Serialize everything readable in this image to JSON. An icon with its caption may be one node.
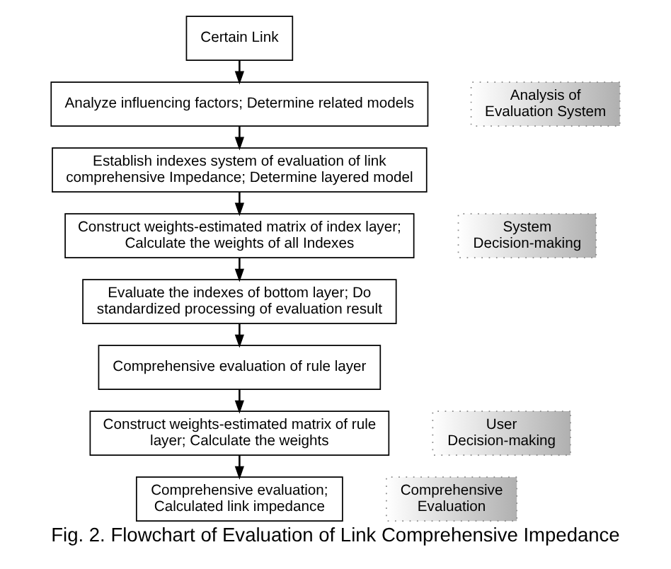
{
  "diagram": {
    "caption": "Fig. 2. Flowchart of Evaluation of Link Comprehensive Impedance",
    "nodes": [
      {
        "text": [
          "Certain Link"
        ]
      },
      {
        "text": [
          "Analyze influencing factors; Determine related models"
        ]
      },
      {
        "text": [
          "Establish indexes system of evaluation of link comprehensive Impedance; Determine layered model"
        ]
      },
      {
        "text": [
          "Construct weights-estimated matrix of index layer; Calculate the weights of all Indexes"
        ]
      },
      {
        "text": [
          "Evaluate the indexes of bottom layer; Do standardized processing of evaluation result"
        ]
      },
      {
        "text": [
          "Comprehensive evaluation of rule layer"
        ]
      },
      {
        "text": [
          "Construct weights-estimated matrix of rule layer; Calculate the weights"
        ]
      },
      {
        "text": [
          "Comprehensive evaluation; Calculated link impedance"
        ]
      },
      {
        "text": [
          "Analysis of Evaluation System"
        ]
      },
      {
        "text": [
          "System Decision-making"
        ]
      },
      {
        "text": [
          "User Decision-making"
        ]
      },
      {
        "text": [
          "Comprehensive Evaluation"
        ]
      }
    ],
    "edges": [
      {
        "from": 0,
        "to": 1,
        "arrow": "to"
      },
      {
        "from": 1,
        "to": 2,
        "arrow": "to"
      },
      {
        "from": 2,
        "to": 3,
        "arrow": "to"
      },
      {
        "from": 3,
        "to": 4,
        "arrow": "to"
      },
      {
        "from": 4,
        "to": 5,
        "arrow": "to"
      },
      {
        "from": 5,
        "to": 6,
        "arrow": "to"
      },
      {
        "from": 6,
        "to": 7,
        "arrow": "to"
      }
    ]
  }
}
